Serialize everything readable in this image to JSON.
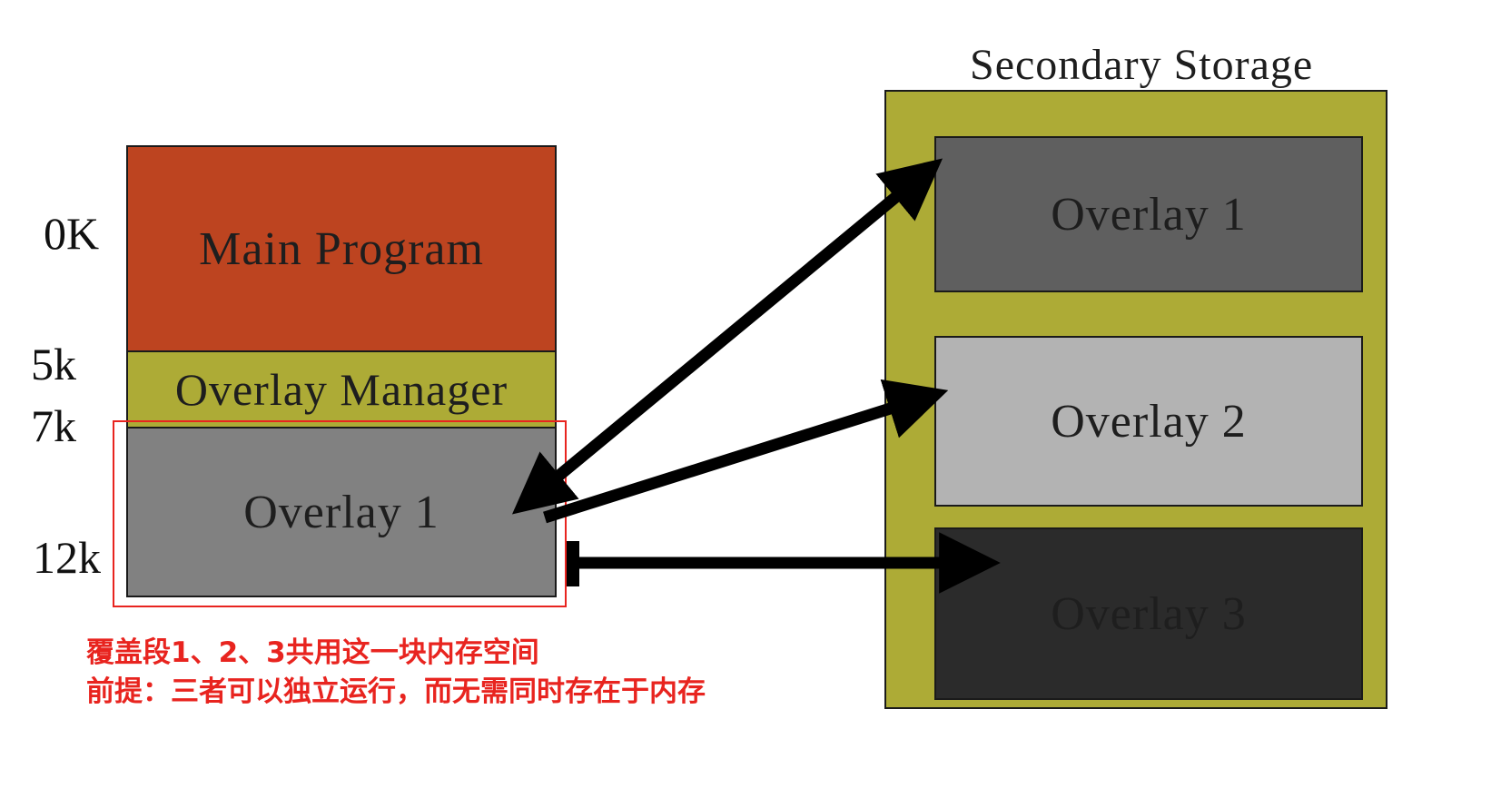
{
  "colors": {
    "main_program": "#bd4420",
    "overlay_manager": "#adab36",
    "overlay1_memory": "#818181",
    "secondary_bg": "#adab36",
    "overlay1_storage": "#5f5f5f",
    "overlay2_storage": "#b3b3b3",
    "overlay3_storage": "#2b2b2b",
    "highlight": "#e8241f"
  },
  "memory": {
    "main_program": "Main Program",
    "overlay_manager": "Overlay Manager",
    "overlay1": "Overlay 1",
    "addresses": {
      "a0": "0K",
      "a5": "5k",
      "a7": "7k",
      "a12": "12k"
    }
  },
  "secondary": {
    "title": "Secondary Storage",
    "overlays": [
      "Overlay 1",
      "Overlay 2",
      "Overlay 3"
    ]
  },
  "annotation": {
    "line1": "覆盖段1、2、3共用这一块内存空间",
    "line2": "前提：三者可以独立运行，而无需同时存在于内存"
  }
}
